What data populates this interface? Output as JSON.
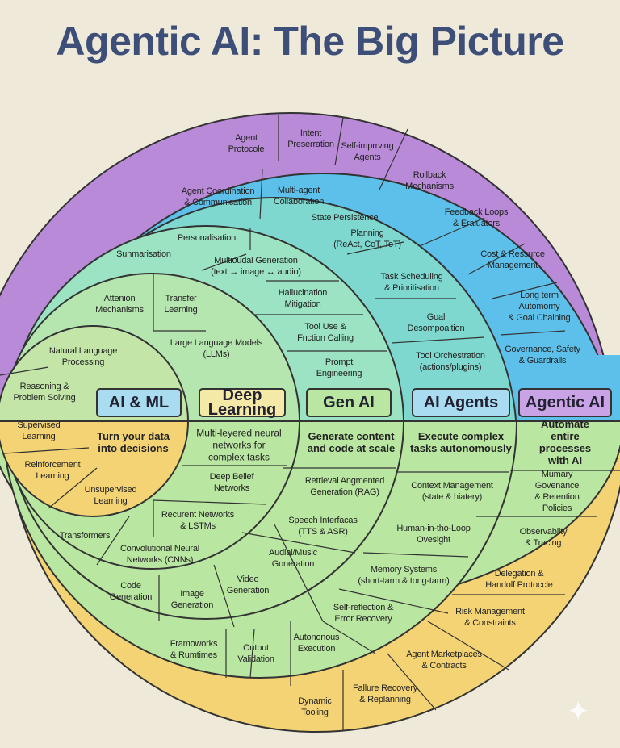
{
  "title": "Agentic AI: The Big Picture",
  "colors": {
    "purple": "#b98ad8",
    "blue": "#5cc0ea",
    "teal": "#7fd8cf",
    "genai": "#9be3c2",
    "dl": "#b6e6b0",
    "green": "#b9e6a1",
    "yellow": "#f3d374",
    "line": "#333333"
  },
  "rings": {
    "purple": [
      "Agent\nProtocole",
      "Intent\nPreserration",
      "Self-imprrving\nAgents",
      "Rollback\nMechanisms"
    ],
    "agentic_top": [
      "Agent Coordination\n& Communication",
      "Multi-agent\nCollaboration",
      "State Persistence",
      "Feedback Loops\n& Eraluators",
      "Cost & Ressurce\nManagement",
      "Long term Automomy\n& Goal Chaining",
      "Governance, Safety\n& Guardralls"
    ],
    "agents_top": [
      "Planning\n(ReAct, CoT, ToT)",
      "Task Scheduling\n& Prioritisation",
      "Goal\nDesompoaition",
      "Tool Orchestration\n(actions/plugins)"
    ],
    "genai_top": [
      "Personalisation",
      "Sunmarisation",
      "Multioudal Generation\n(text ↔ image ↔ audio)",
      "Hallucination\nMitigation",
      "Tool Use &\nFnction Calling",
      "Prompt\nEngineering"
    ],
    "dl_top": [
      "Attenion\nMechanisms",
      "Transfer\nLearning",
      "Large Language Models\n(LLMs)"
    ],
    "aiml_top": [
      "Natural Language\nProcessing",
      "Reasoning &\nProblem Solving"
    ],
    "aiml_bottom": [
      "Supervised\nLearning",
      "Reinforcement\nLearning",
      "Unsupervised\nLearning"
    ],
    "dl_bottom": [
      "Deep Belief\nNetworks",
      "Recurent Networks\n& LSTMs",
      "Convolutional Neural\nNetworks (CNNs)",
      "Transformers"
    ],
    "genai_bottom": [
      "Retrieval Angmented\nGeneration (RAG)",
      "Speech Interfacas\n(TTS & ASR)",
      "Audial/Music\nGoneration",
      "Video\nGeneration",
      "Image\nGeneration",
      "Code\nGeneration"
    ],
    "agents_bottom": [
      "Context Management\n(state & hiatery)",
      "Human-in-tho-Loop\nOvesight",
      "Memory Systems\n(short-tarm & tong-tarm)",
      "Self-reflection &\nError Recovery",
      "Autononous\nExecution"
    ],
    "agentic_bottom": [
      "Mumary Govenance\n& Retention Policies",
      "Observablity\n& Tracing",
      "Delegation &\nHandolf Protoccle"
    ],
    "yellow": [
      "Framoworks\n& Rumtimes",
      "Output\nValidation",
      "Risk Management\n& Constraints",
      "Agent Marketplaces\n& Contracts",
      "Fallure Recovery\n& Replanning",
      "Dynamic\nTooling"
    ]
  },
  "bands": [
    "AI & ML",
    "Deep\nLearning",
    "Gen AI",
    "AI Agents",
    "Agentic AI"
  ],
  "descriptions": [
    "Turn your data\ninto decisions",
    "Multi-leyered neural\nnetworks for\ncomplex tasks",
    "Generate content\nand code at scale",
    "Execute complex\ntasks autonomously",
    "Automate entire\nprocesses with AI"
  ]
}
